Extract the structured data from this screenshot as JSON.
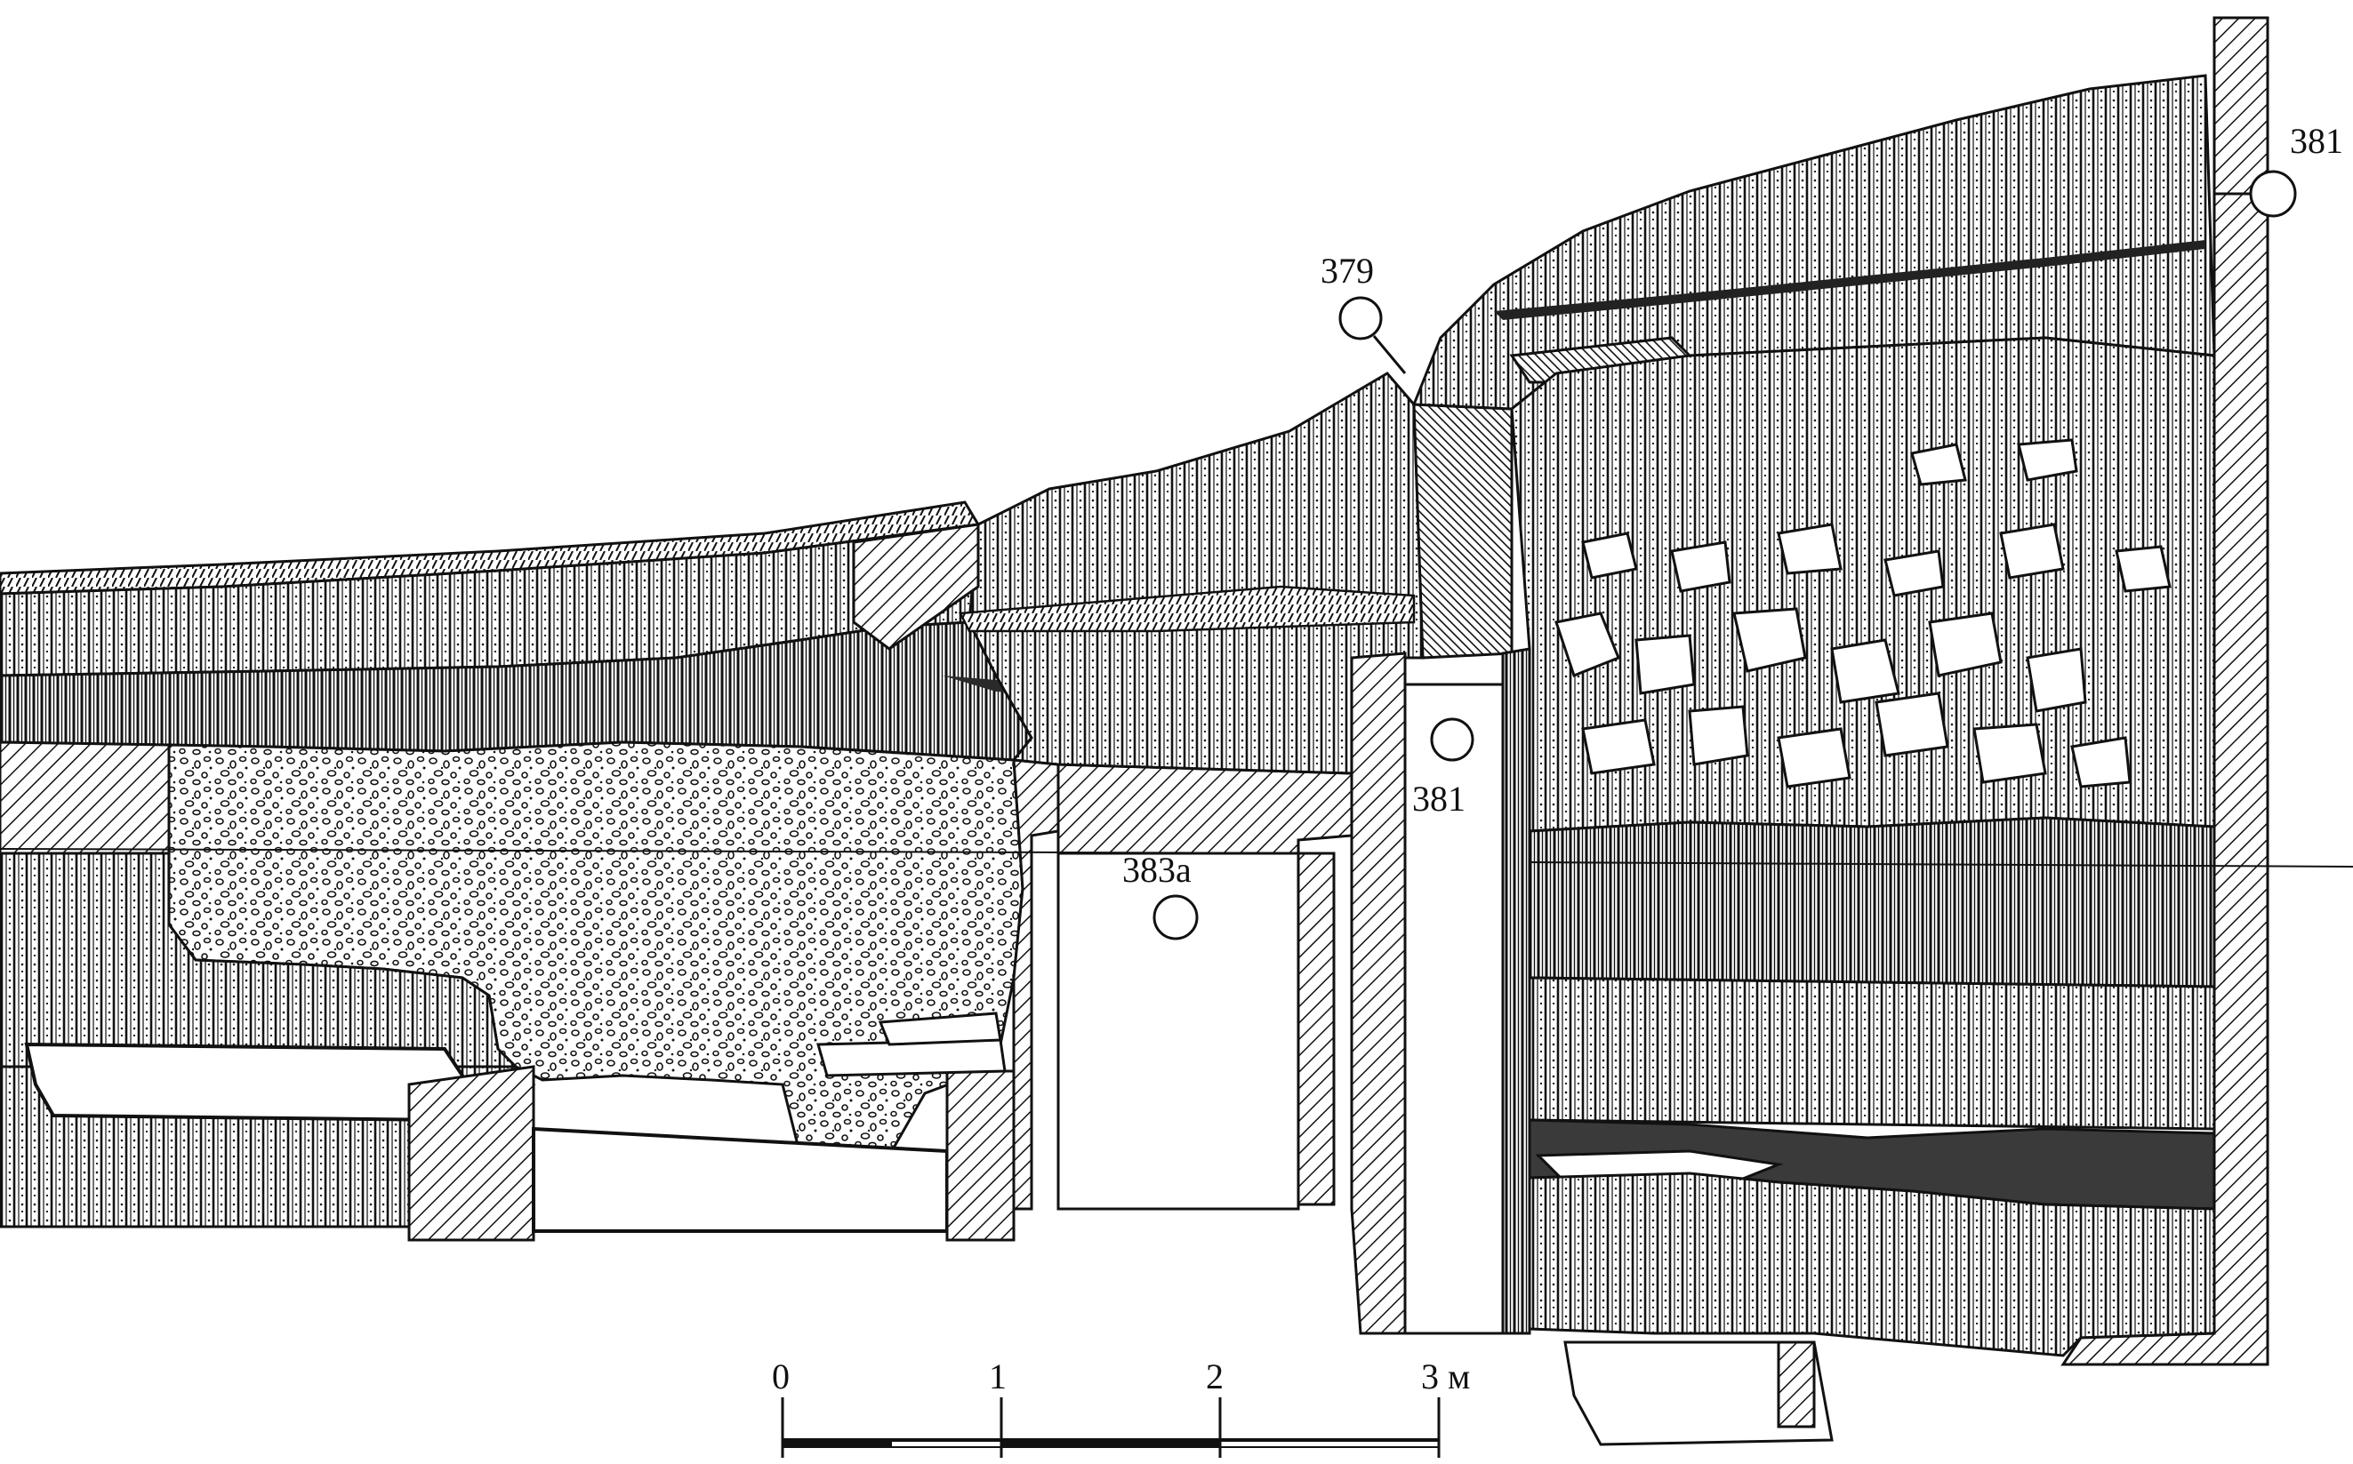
{
  "labels": {
    "point_379": "379",
    "point_381_top": "381",
    "point_381_mid": "381",
    "point_383a": "383а"
  },
  "scale_bar": {
    "ticks": [
      "0",
      "1",
      "2",
      "3 м"
    ]
  },
  "colors": {
    "ink": "#111111",
    "paper": "#ffffff",
    "fill_dense": "#3a3a3a"
  }
}
